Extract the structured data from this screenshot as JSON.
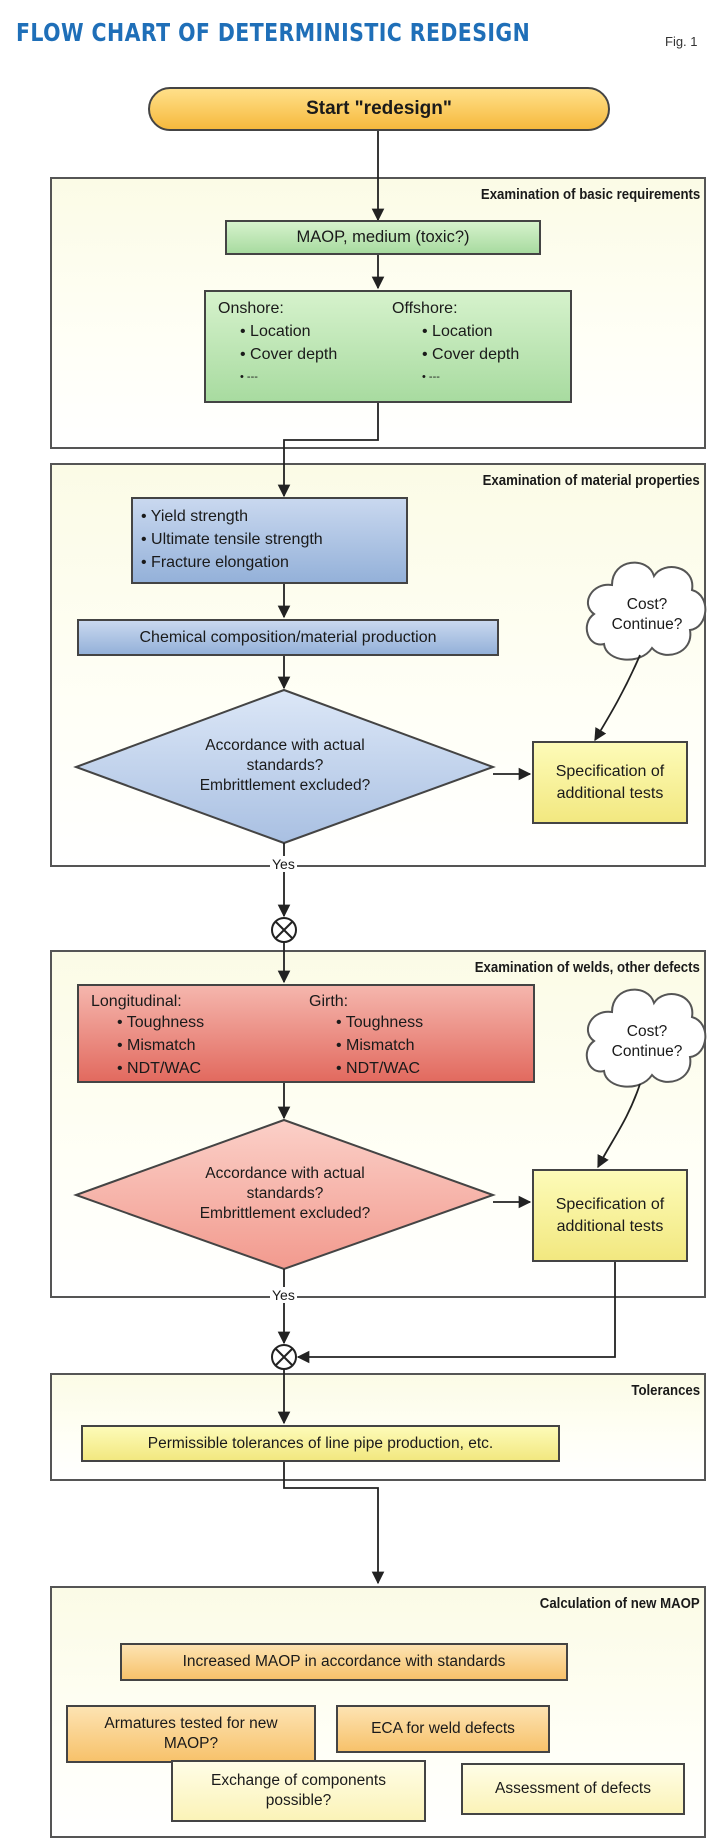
{
  "header": {
    "title": "FLOW CHART OF DETERMINISTIC REDESIGN",
    "fig": "Fig. 1"
  },
  "start": "Start \"redesign\"",
  "sections": {
    "basic": {
      "title": "Examination of basic requirements",
      "maop": "MAOP, medium (toxic?)",
      "onshore": {
        "heading": "Onshore:",
        "items": [
          "Location",
          "Cover depth",
          "---"
        ]
      },
      "offshore": {
        "heading": "Offshore:",
        "items": [
          "Location",
          "Cover depth",
          "---"
        ]
      }
    },
    "material": {
      "title": "Examination of material properties",
      "props": [
        "Yield strength",
        "Ultimate tensile strength",
        "Fracture elongation"
      ],
      "chemical": "Chemical composition/material production",
      "decision": [
        "Accordance with actual",
        "standards?",
        "Embrittlement excluded?"
      ],
      "cloud": [
        "Cost?",
        "Continue?"
      ],
      "spec": [
        "Specification of",
        "additional tests"
      ],
      "yes": "Yes"
    },
    "welds": {
      "title": "Examination of welds, other defects",
      "longitudinal": {
        "heading": "Longitudinal:",
        "items": [
          "Toughness",
          "Mismatch",
          "NDT/WAC"
        ]
      },
      "girth": {
        "heading": "Girth:",
        "items": [
          "Toughness",
          "Mismatch",
          "NDT/WAC"
        ]
      },
      "decision": [
        "Accordance with actual",
        "standards?",
        "Embrittlement excluded?"
      ],
      "cloud": [
        "Cost?",
        "Continue?"
      ],
      "spec": [
        "Specification of",
        "additional tests"
      ],
      "yes": "Yes"
    },
    "tolerances": {
      "title": "Tolerances",
      "box": "Permissible tolerances of line pipe production, etc."
    },
    "maop": {
      "title": "Calculation of new MAOP",
      "increased": "Increased MAOP in accordance with standards",
      "armatures": [
        "Armatures tested for new",
        "MAOP?"
      ],
      "eca": "ECA for weld defects",
      "exchange": [
        "Exchange of components",
        "possible?"
      ],
      "assessment": "Assessment of defects"
    }
  }
}
